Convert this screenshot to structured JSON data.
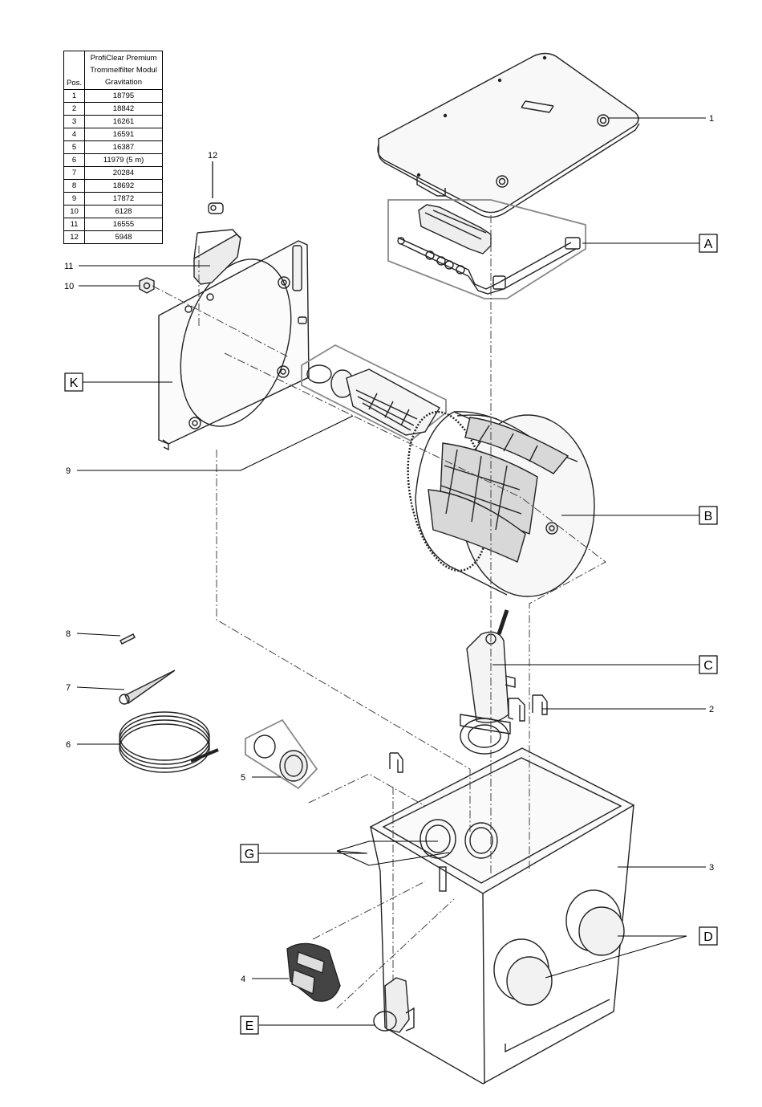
{
  "table": {
    "header_pos": "Pos.",
    "header_lines": [
      "ProfiClear Premium",
      "Trommelfilter Modul",
      "Gravitation"
    ],
    "rows": [
      {
        "pos": "1",
        "num": "18795"
      },
      {
        "pos": "2",
        "num": "18842"
      },
      {
        "pos": "3",
        "num": "16261"
      },
      {
        "pos": "4",
        "num": "16591"
      },
      {
        "pos": "5",
        "num": "16387"
      },
      {
        "pos": "6",
        "num": "11979 (5 m)"
      },
      {
        "pos": "7",
        "num": "20284"
      },
      {
        "pos": "8",
        "num": "18692"
      },
      {
        "pos": "9",
        "num": "17872"
      },
      {
        "pos": "10",
        "num": "6128"
      },
      {
        "pos": "11",
        "num": "16555"
      },
      {
        "pos": "12",
        "num": "5948"
      }
    ]
  },
  "callouts": {
    "n1": "1",
    "n2": "2",
    "n3": "3",
    "n4": "4",
    "n5": "5",
    "n6": "6",
    "n7": "7",
    "n8": "8",
    "n9": "9",
    "n10": "10",
    "n11": "11",
    "n12": "12"
  },
  "boxed": {
    "A": "A",
    "B": "B",
    "C": "C",
    "D": "D",
    "E": "E",
    "G": "G",
    "K": "K"
  }
}
